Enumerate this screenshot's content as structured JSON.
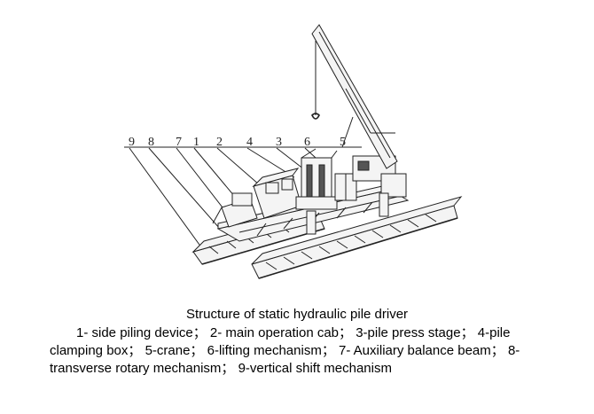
{
  "figure": {
    "callouts": [
      "9",
      "8",
      "7",
      "1",
      "2",
      "4",
      "3",
      "6",
      "5"
    ]
  },
  "caption": {
    "title": "Structure of static hydraulic pile driver",
    "legend": [
      "1- side piling device；",
      "2- main operation cab；",
      "3-pile press stage；",
      "4-pile clamping box；",
      "5-crane；",
      "6-lifting mechanism；",
      "7- Auxiliary balance beam；",
      "8-transverse rotary mechanism；",
      "9-vertical shift mechanism"
    ]
  }
}
